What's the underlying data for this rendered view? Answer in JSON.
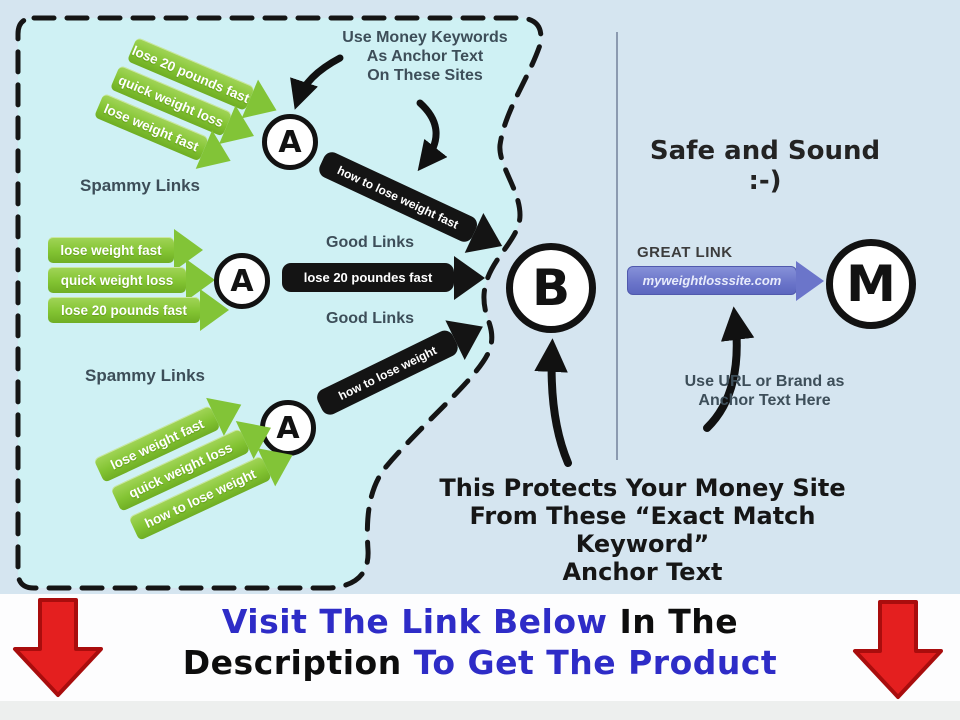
{
  "diagram": {
    "notes": {
      "money_keywords": [
        "Use Money Keywords",
        "As Anchor Text",
        "On These Sites"
      ],
      "spammy_links_top": "Spammy Links",
      "good_links_top": "Good Links",
      "good_links_bottom": "Good Links",
      "spammy_links_bottom": "Spammy Links",
      "safe_and_sound": "Safe and Sound :-)",
      "great_link": "GREAT LINK",
      "url_note": [
        "Use URL or Brand as",
        "Anchor Text Here"
      ],
      "protect_note": [
        "This Protects Your Money Site",
        "From These “Exact Match Keyword”",
        "Anchor Text"
      ]
    },
    "nodes": {
      "a": "A",
      "b": "B",
      "m": "M"
    },
    "green_arrows_top": [
      "lose 20 pounds fast",
      "quick weight loss",
      "lose weight fast"
    ],
    "green_arrows_mid": [
      "lose weight fast",
      "quick weight loss",
      "lose 20 pounds fast"
    ],
    "green_arrows_bottom": [
      "lose weight fast",
      "quick weight loss",
      "how to lose weight"
    ],
    "black_arrows": {
      "top": "how to lose weight fast",
      "mid": "lose 20 poundes fast",
      "bottom": "how to lose weight"
    },
    "blue_arrow": "myweightlosssite.com"
  },
  "banner": {
    "line1_blue": "Visit The Link Below",
    "line1_black": "In The",
    "line2_black": "Description",
    "line2_blue": "To Get The Product"
  },
  "colors": {
    "background": "#d5e5f0",
    "spam_zone_fill": "#cff1f4",
    "green_arrow": "#83c433",
    "black_arrow": "#141414",
    "blue_arrow": "#6a74c9",
    "banner_blue": "#2e2cc7",
    "banner_black": "#0d0d0d",
    "red_arrow": "#e41f1f"
  }
}
